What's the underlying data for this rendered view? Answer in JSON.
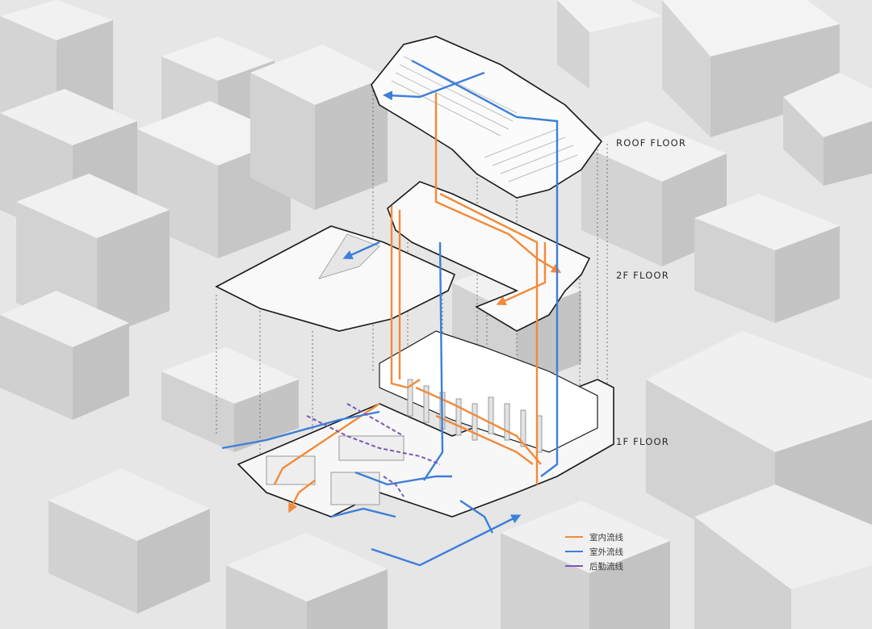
{
  "floors": {
    "roof": "ROOF FLOOR",
    "second": "2F FLOOR",
    "first": "1F FLOOR"
  },
  "legend": {
    "items": [
      {
        "label": "室内流线",
        "color": "#f28a3a"
      },
      {
        "label": "室外流线",
        "color": "#3d7fd9"
      },
      {
        "label": "后勤流线",
        "color": "#7d57b5"
      }
    ]
  },
  "colors": {
    "background": "#e6e6e6",
    "building_top": "#f2f2f2",
    "building_left": "#d2d2d2",
    "building_right": "#c4c4c4",
    "slab_top": "#fbfbfb",
    "slab_edge": "#1a1a1a",
    "indoor_route": "#f28a3a",
    "outdoor_route": "#3d7fd9",
    "service_route": "#7d57b5"
  }
}
